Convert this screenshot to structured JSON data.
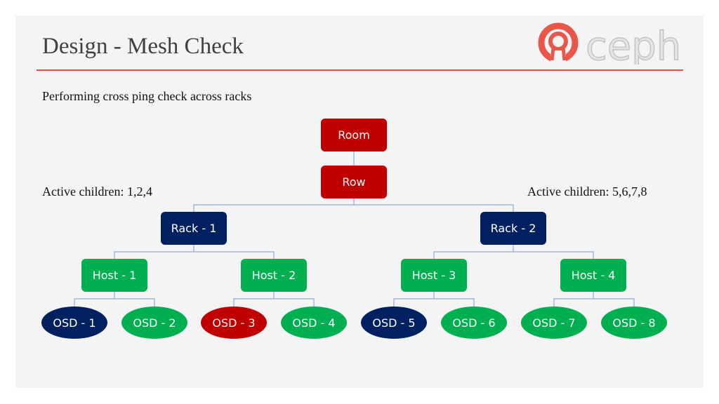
{
  "title": "Design - Mesh Check",
  "subtitle": "Performing cross ping check across racks",
  "logo_text": "ceph",
  "active_left": "Active children: 1,2,4",
  "active_right": "Active children: 5,6,7,8",
  "colors": {
    "failed": "#c00000",
    "active": "#002060",
    "healthy": "#00b050",
    "accent": "#e0533f"
  },
  "tree": {
    "room": "Room",
    "row": "Row",
    "racks": [
      "Rack - 1",
      "Rack - 2"
    ],
    "hosts": [
      "Host - 1",
      "Host - 2",
      "Host - 3",
      "Host - 4"
    ],
    "osds": [
      "OSD - 1",
      "OSD - 2",
      "OSD - 3",
      "OSD - 4",
      "OSD - 5",
      "OSD - 6",
      "OSD - 7",
      "OSD - 8"
    ]
  }
}
